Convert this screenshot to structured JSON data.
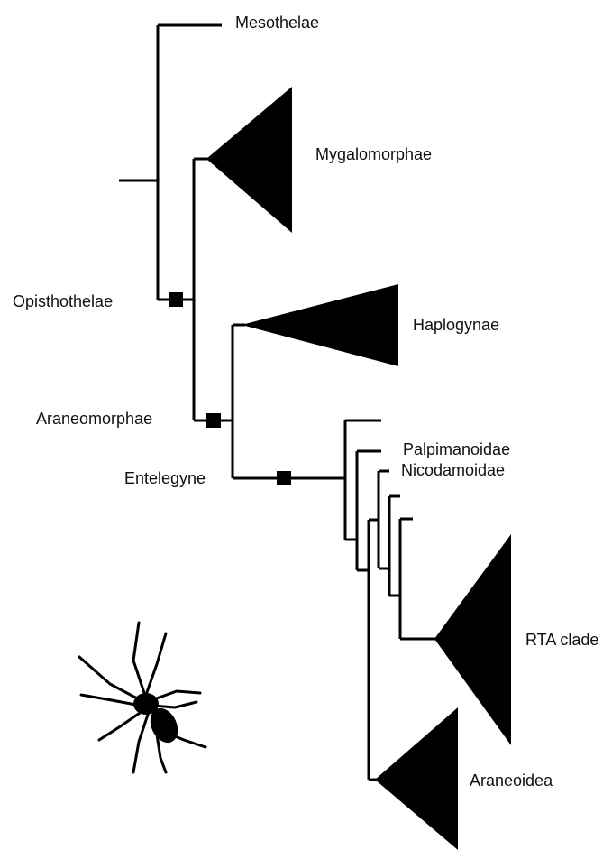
{
  "labels": {
    "mesothelae": "Mesothelae",
    "mygalomorphae": "Mygalomorphae",
    "opisthothelae": "Opisthothelae",
    "haplogynae": "Haplogynae",
    "araneomorphae": "Araneomorphae",
    "entelegyne": "Entelegyne",
    "palpimanoidae": "Palpimanoidae",
    "nicodamoidae": "Nicodamoidae",
    "rta_clade": "RTA clade",
    "araneoidea": "Araneoidea"
  },
  "icons": {
    "spider": "spider-icon",
    "node_marker": "square"
  },
  "colors": {
    "line": "#000000",
    "text": "#111111",
    "background": "#ffffff"
  }
}
